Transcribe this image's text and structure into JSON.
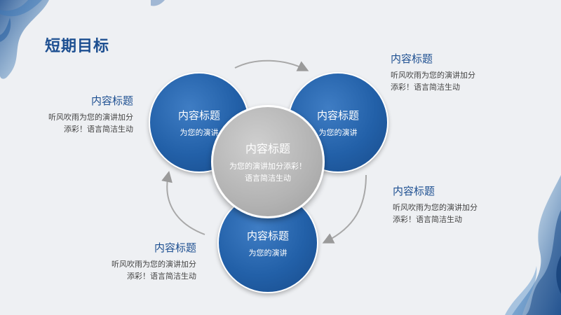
{
  "slide": {
    "title": "短期目标",
    "accent_color": "#1d4f91"
  },
  "circles": [
    {
      "title": "内容标题",
      "subtitle": "为您的演讲"
    },
    {
      "title": "内容标题",
      "subtitle": "为您的演讲"
    },
    {
      "title": "内容标题",
      "subtitle": "为您的演讲"
    }
  ],
  "center": {
    "title": "内容标题",
    "line1": "为您的演讲加分添彩！",
    "line2": "语言简洁生动"
  },
  "notes": [
    {
      "title": "内容标题",
      "line1": "听风吹雨为您的演讲加分",
      "line2": "添彩！语言简洁生动"
    },
    {
      "title": "内容标题",
      "line1": "听风吹雨为您的演讲加分",
      "line2": "添彩！语言简洁生动"
    },
    {
      "title": "内容标题",
      "line1": "听风吹雨为您的演讲加分",
      "line2": "添彩！语言简洁生动"
    },
    {
      "title": "内容标题",
      "line1": "听风吹雨为您的演讲加分",
      "line2": "添彩！语言简洁生动"
    }
  ]
}
